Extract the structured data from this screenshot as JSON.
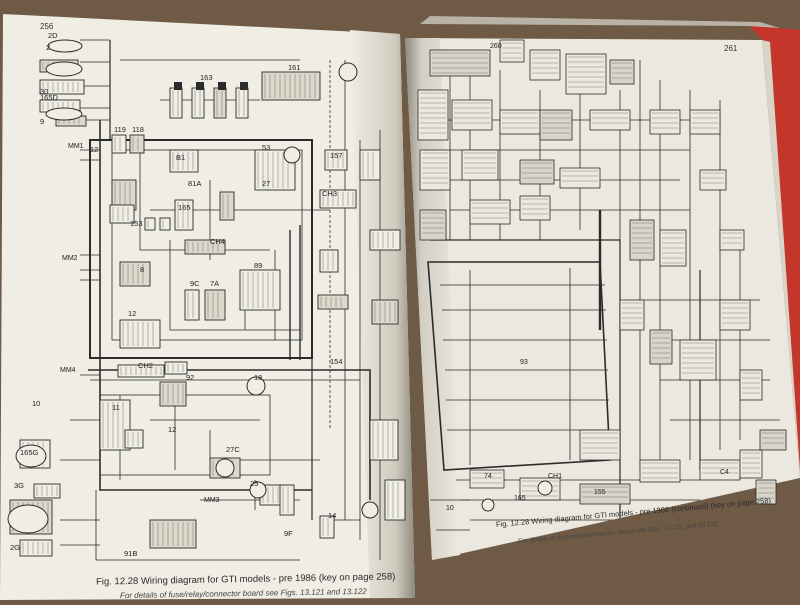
{
  "page_left": {
    "page_number": "256",
    "caption": "Fig. 12.28 Wiring diagram for GTI models - pre 1986 (key on page 258)",
    "subcaption": "For details of fuse/relay/connector board see Figs. 13.121 and 13.122"
  },
  "page_right": {
    "page_number": "261",
    "caption": "Fig. 12.28 Wiring diagram for GTI models - pre 1986 (continued) (key on page 258)",
    "subcaption": "For details of fuse/relay/connector board see Figs. 13.121 and 13.122"
  },
  "left_labels": [
    "2D",
    "2",
    "30",
    "165D",
    "9",
    "163",
    "161",
    "119",
    "118",
    "MM1",
    "12",
    "B1",
    "81A",
    "53",
    "27",
    "153",
    "165",
    "CH4",
    "157",
    "CH3",
    "MM2",
    "8",
    "9C",
    "7A",
    "89",
    "12",
    "CH2",
    "MM4",
    "92",
    "18",
    "154",
    "10",
    "11",
    "12",
    "165G",
    "27C",
    "3G",
    "25",
    "MM3",
    "2G",
    "91B",
    "9F",
    "14"
  ],
  "right_labels": [
    "260",
    "93",
    "74",
    "165",
    "CH1",
    "C4",
    "10",
    "155"
  ],
  "colors": {
    "page": "#efede4",
    "ink": "#2b2b2b",
    "binder": "#c4352a",
    "table": "#6f5a45"
  }
}
